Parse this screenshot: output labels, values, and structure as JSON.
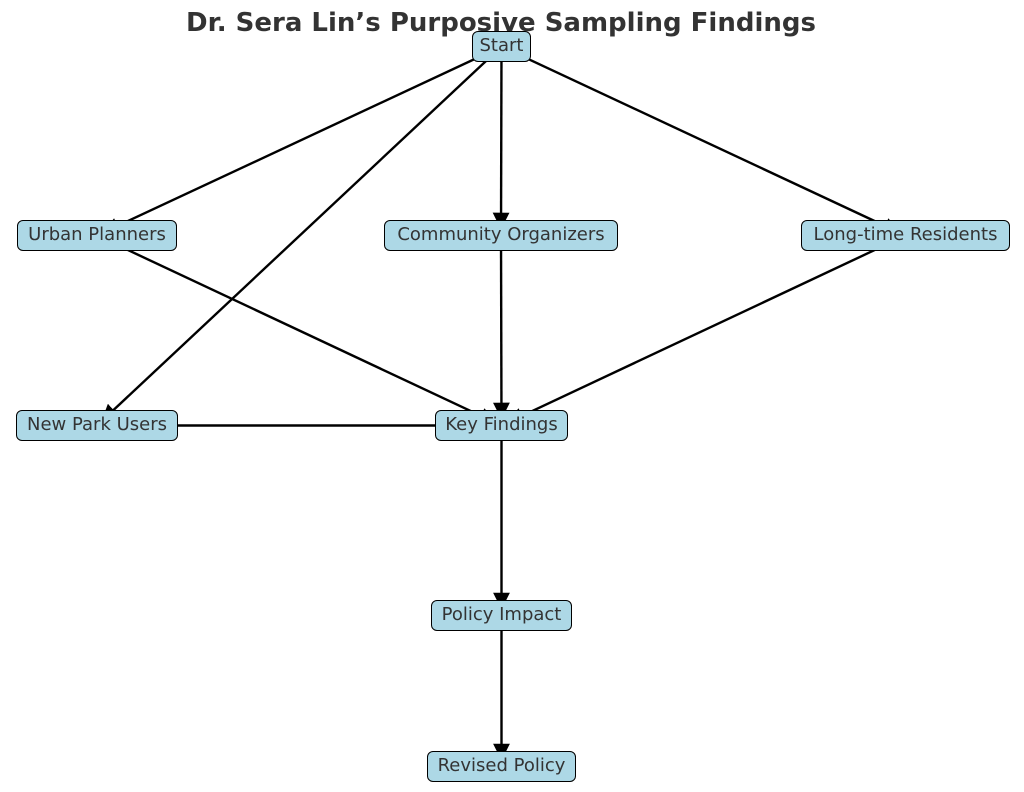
{
  "diagram": {
    "title": "Dr. Sera Lin’s Purposive Sampling Findings",
    "colors": {
      "node_fill": "#add8e6",
      "node_border": "#000000",
      "edge": "#000000",
      "text": "#333333"
    },
    "nodes": {
      "start": "Start",
      "urban_planners": "Urban Planners",
      "community_organizers": "Community Organizers",
      "long_time_residents": "Long-time Residents",
      "new_park_users": "New Park Users",
      "key_findings": "Key Findings",
      "policy_impact": "Policy Impact",
      "revised_policy": "Revised Policy"
    },
    "edges": [
      {
        "from": "start",
        "to": "urban_planners"
      },
      {
        "from": "start",
        "to": "community_organizers"
      },
      {
        "from": "start",
        "to": "long_time_residents"
      },
      {
        "from": "start",
        "to": "new_park_users"
      },
      {
        "from": "urban_planners",
        "to": "key_findings"
      },
      {
        "from": "community_organizers",
        "to": "key_findings"
      },
      {
        "from": "long_time_residents",
        "to": "key_findings"
      },
      {
        "from": "new_park_users",
        "to": "key_findings"
      },
      {
        "from": "key_findings",
        "to": "policy_impact"
      },
      {
        "from": "policy_impact",
        "to": "revised_policy"
      }
    ]
  }
}
